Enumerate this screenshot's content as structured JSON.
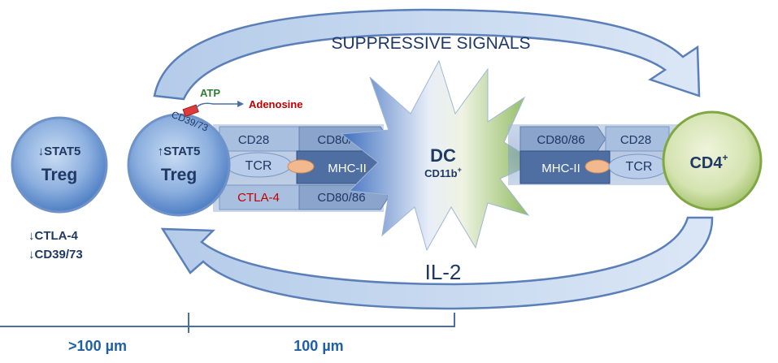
{
  "title": "SUPPRESSIVE SIGNALS",
  "bottom_label": "IL-2",
  "left_cell": {
    "stat": "↓STAT5",
    "name": "Treg",
    "markers": [
      "↓CTLA-4",
      "↓CD39/73"
    ]
  },
  "middle_cell": {
    "stat": "↑STAT5",
    "name": "Treg",
    "enzyme": "CD39/73",
    "substrate": "ATP",
    "product": "Adenosine"
  },
  "dc": {
    "name": "DC",
    "marker": "CD11b",
    "marker_sup": "+"
  },
  "cd4": {
    "name": "CD4",
    "sup": "+"
  },
  "left_interface": {
    "row1": [
      "CD28",
      "CD80/86"
    ],
    "row2": [
      "TCR",
      "MHC-II"
    ],
    "row3": [
      "CTLA-4",
      "CD80/86"
    ]
  },
  "right_interface": {
    "row1": [
      "CD80/86",
      "CD28"
    ],
    "row2": [
      "MHC-II",
      "TCR"
    ]
  },
  "scale": {
    "left": ">100 µm",
    "right": "100 µm"
  },
  "colors": {
    "text_dark": "#1f3864",
    "label_green": "#2e7d32",
    "label_red": "#c00000",
    "arrow_fill": "#c5d7ef",
    "arrow_edge": "#5b7fb8",
    "cd4_fill": "#d4e3b0",
    "cd4_edge": "#7fa843",
    "scale_line": "#4a6fa5"
  }
}
